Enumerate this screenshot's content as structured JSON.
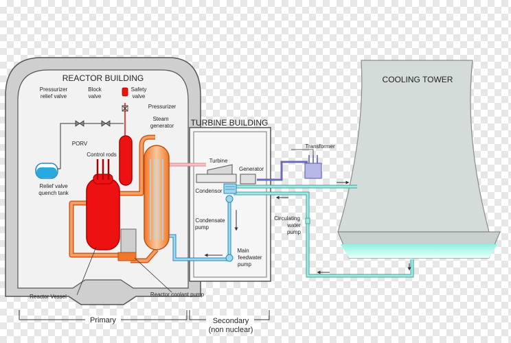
{
  "labels": {
    "reactor_building": "REACTOR BUILDING",
    "turbine_building": "TURBINE BUILDING",
    "cooling_tower": "COOLING TOWER",
    "pressurizer_relief_valve_1": "Pressurizer",
    "pressurizer_relief_valve_2": "relief valve",
    "block_valve_1": "Block",
    "block_valve_2": "valve",
    "safety_valve_1": "Safety",
    "safety_valve_2": "valve",
    "pressurizer": "Pressurizer",
    "steam_generator_1": "Steam",
    "steam_generator_2": "generator",
    "porv": "PORV",
    "control_rods": "Control rods",
    "relief_tank_1": "Relief valve",
    "relief_tank_2": "quench tank",
    "turbine": "Turbine",
    "generator": "Generator",
    "transformer": "Transformer",
    "condensor": "Condensor",
    "condensate_pump_1": "Condensate",
    "condensate_pump_2": "pump",
    "circulating_pump_1": "Circulating",
    "circulating_pump_2": "water",
    "circulating_pump_3": "pump",
    "feedwater_pump_1": "Main",
    "feedwater_pump_2": "feedwater",
    "feedwater_pump_3": "pump",
    "reactor_vessel": "Reactor Vessel",
    "coolant_pump": "Reactor coolant pump",
    "primary": "Primary",
    "secondary_1": "Secondary",
    "secondary_2": "(non nuclear)"
  },
  "colors": {
    "primary_loop": "#f0a060",
    "primary_loop_edge": "#d4541c",
    "reactor_red": "#ee1111",
    "steam_line": "#f4b6b6",
    "feedwater": "#9fd8ee",
    "cooling_water": "#a8e6e0",
    "tower_gray": "#d0d8d6",
    "building_fill": "#e4e4e4",
    "building_edge": "#444444"
  }
}
